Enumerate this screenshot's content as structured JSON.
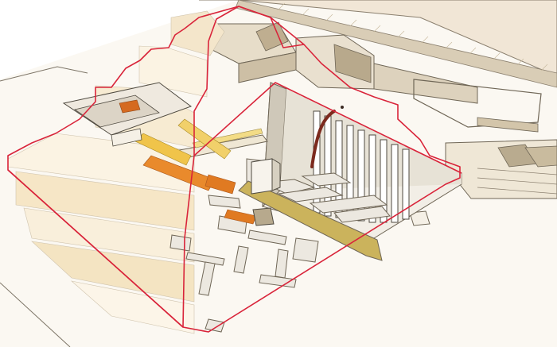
{
  "figure": {
    "text_labels": [],
    "colors": {
      "background": "#ffffff",
      "ground": "#f6f0e6",
      "enclosure_wall": "#e9e1d2",
      "wall_dark": "#b9ad98",
      "building_roof": "#e2d9c7",
      "pyramid_step_light": "#faf1de",
      "pyramid_step_mid": "#f0ddb8",
      "pit_floor": "#f1ede4",
      "pit_wall": "#cfc8ba",
      "tunnel": "#ece8e0",
      "tunnel_edge": "#8c877e",
      "section_outline": "#d9243a",
      "passage_orange": "#e07a22",
      "passage_yellow": "#f1c74a",
      "passage_darkred": "#7c2a1e",
      "descending_corridor": "#c9b25c",
      "shafts": "#ffffff"
    },
    "components": [
      "pyramid-cutaway",
      "enclosure-wall",
      "mortuary-temple",
      "colonnade-buildings",
      "central-pit",
      "shaft-array",
      "underground-galleries",
      "sloping-corridors",
      "section-outline"
    ]
  }
}
